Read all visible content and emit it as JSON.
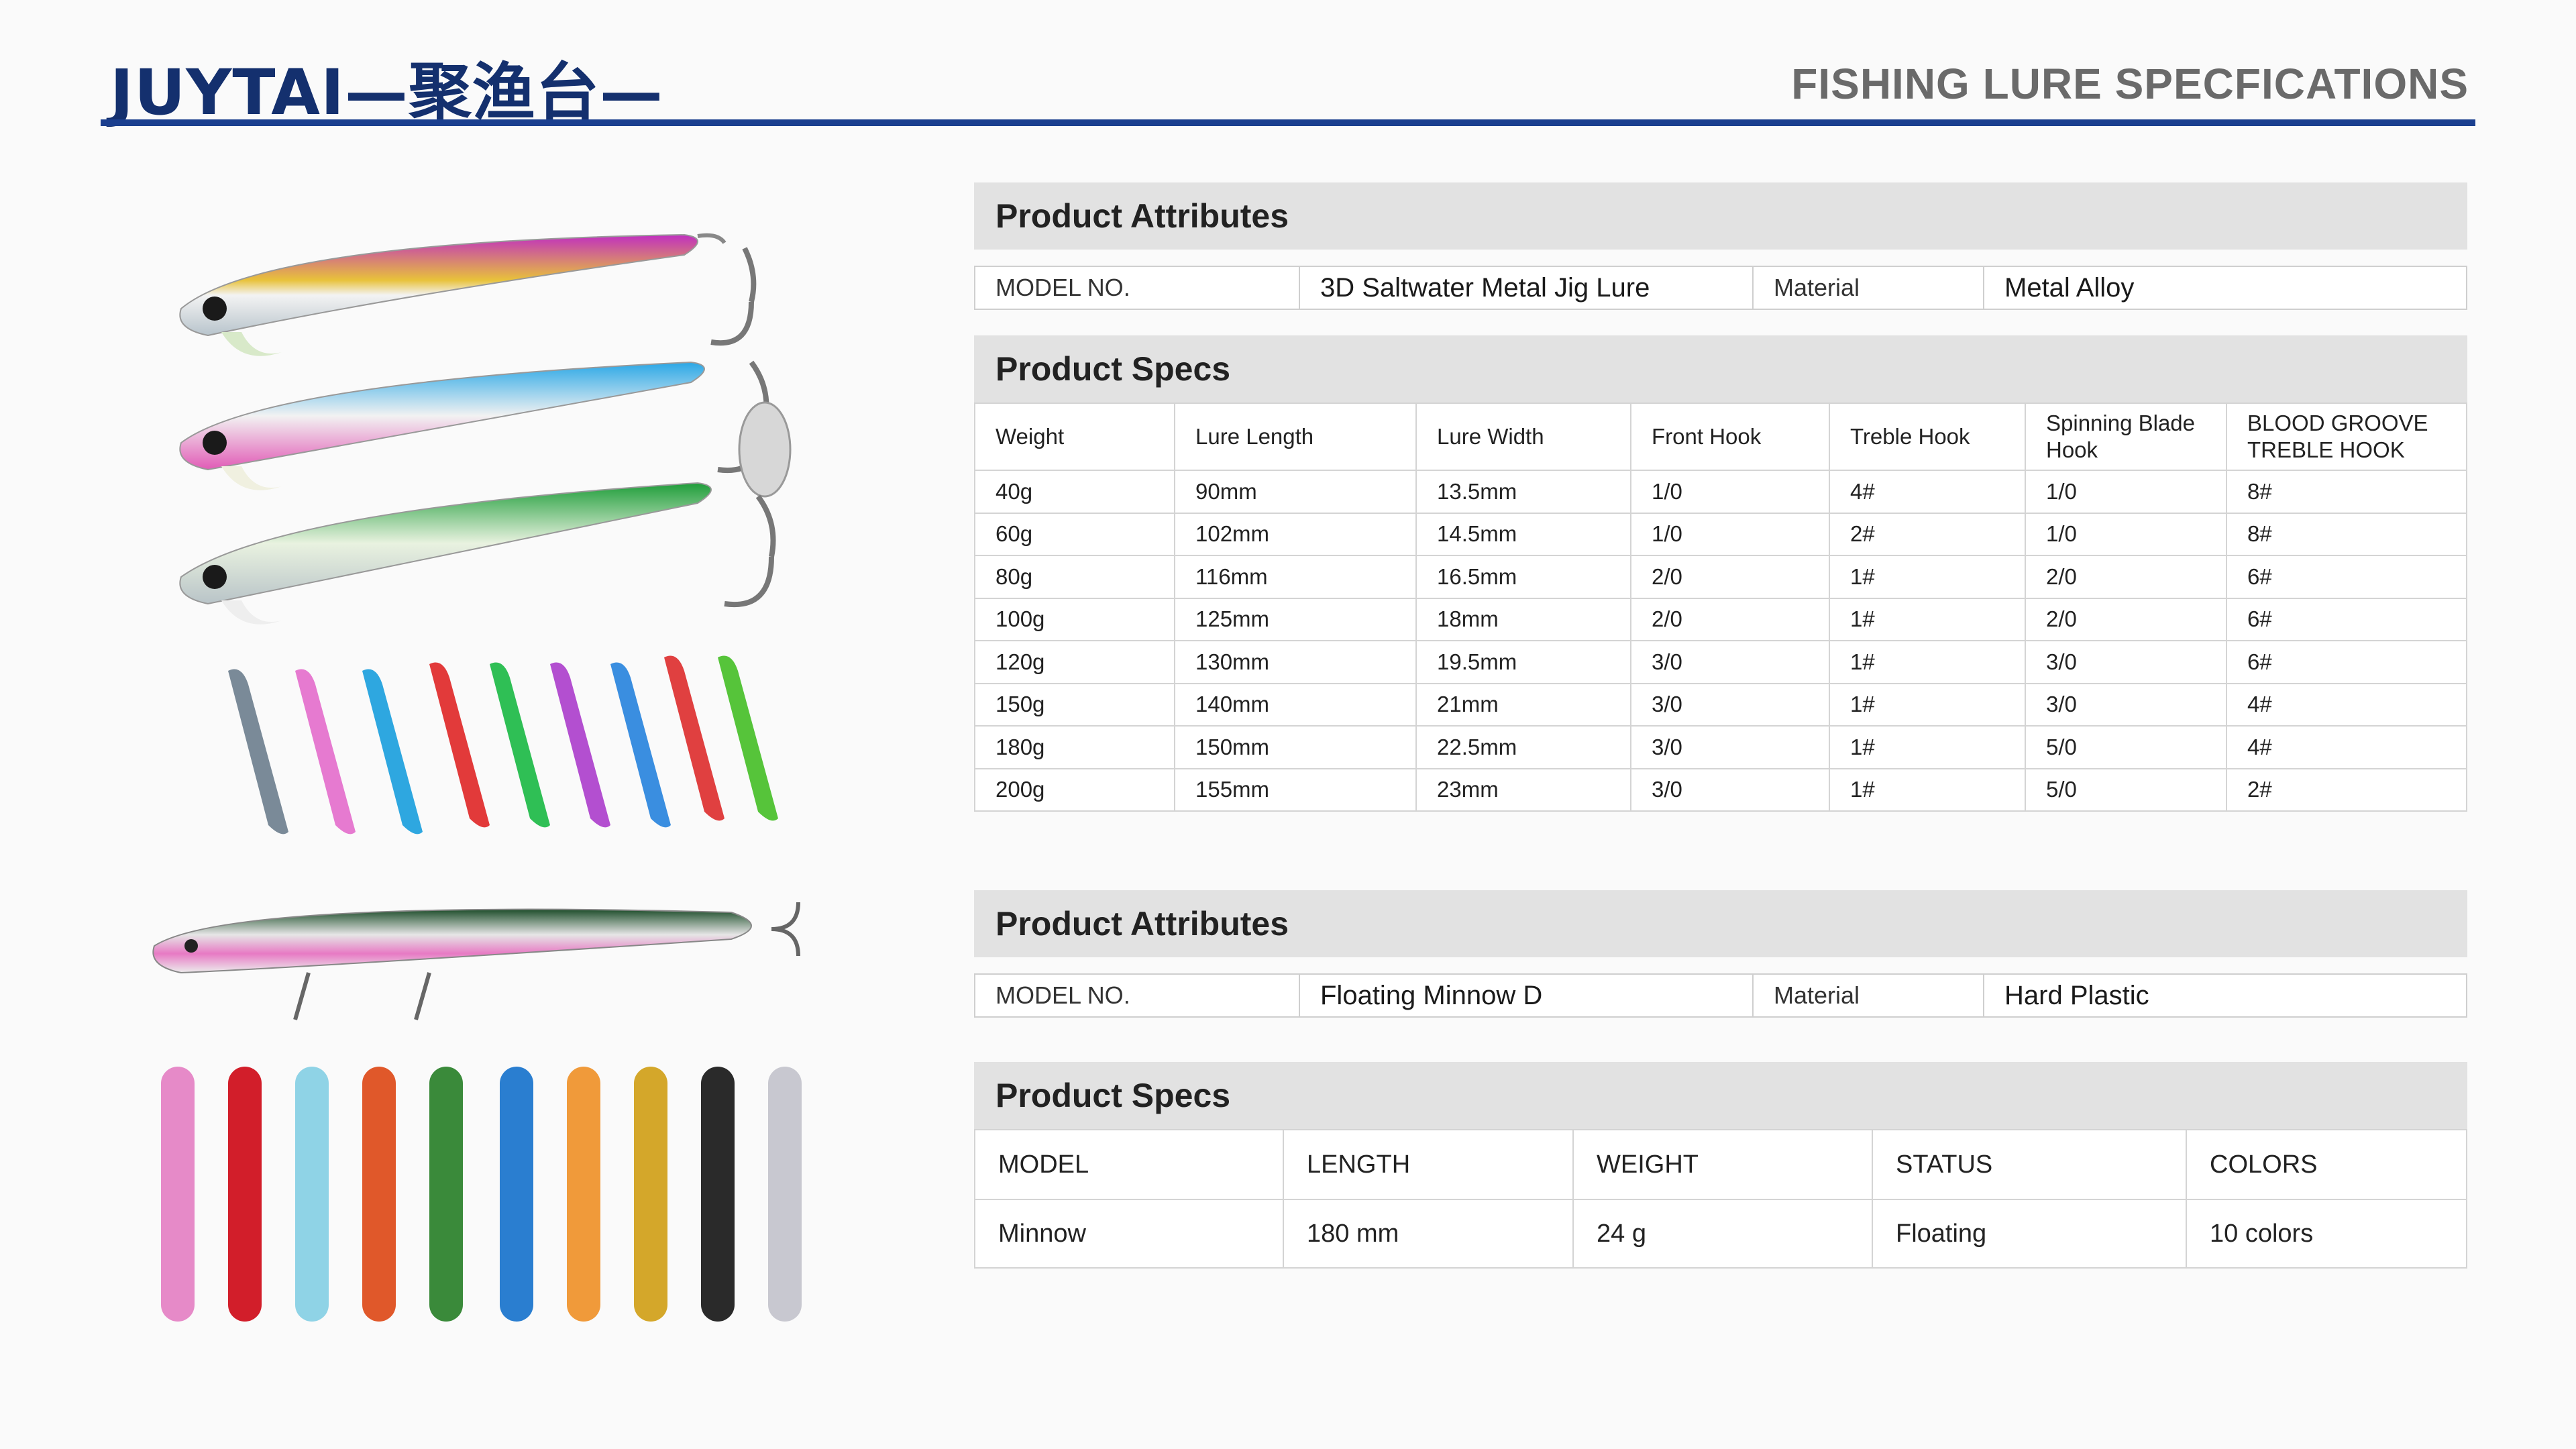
{
  "header": {
    "brand": "JUYTAI—聚渔台—",
    "title": "FISHING LURE SPECFICATIONS"
  },
  "colors": {
    "brand": "#14306e",
    "rule": "#1b3f8f",
    "section_bar": "#e2e2e2"
  },
  "images": {
    "jigs": "jig-lures-image",
    "minnows": "minnow-lures-image"
  },
  "section1": {
    "attributes_title": "Product Attributes",
    "model_key": "MODEL NO.",
    "model_value": "3D Saltwater Metal Jig Lure",
    "material_key": "Material",
    "material_value": "Metal Alloy",
    "specs_title": "Product Specs",
    "columns": [
      "Weight",
      "Lure Length",
      "Lure Width",
      "Front Hook",
      "Treble Hook",
      "Spinning Blade Hook",
      "BLOOD GROOVE TREBLE HOOK"
    ],
    "rows": [
      [
        "40g",
        "90mm",
        "13.5mm",
        "1/0",
        "4#",
        "1/0",
        "8#"
      ],
      [
        "60g",
        "102mm",
        "14.5mm",
        "1/0",
        "2#",
        "1/0",
        "8#"
      ],
      [
        "80g",
        "116mm",
        "16.5mm",
        "2/0",
        "1#",
        "2/0",
        "6#"
      ],
      [
        "100g",
        "125mm",
        "18mm",
        "2/0",
        "1#",
        "2/0",
        "6#"
      ],
      [
        "120g",
        "130mm",
        "19.5mm",
        "3/0",
        "1#",
        "3/0",
        "6#"
      ],
      [
        "150g",
        "140mm",
        "21mm",
        "3/0",
        "1#",
        "3/0",
        "4#"
      ],
      [
        "180g",
        "150mm",
        "22.5mm",
        "3/0",
        "1#",
        "5/0",
        "4#"
      ],
      [
        "200g",
        "155mm",
        "23mm",
        "3/0",
        "1#",
        "5/0",
        "2#"
      ]
    ]
  },
  "section2": {
    "attributes_title": "Product Attributes",
    "model_key": "MODEL NO.",
    "model_value": "Floating Minnow D",
    "material_key": "Material",
    "material_value": "Hard Plastic",
    "specs_title": "Product Specs",
    "columns": [
      "MODEL",
      "LENGTH",
      "WEIGHT",
      "STATUS",
      "COLORS"
    ],
    "rows": [
      [
        "Minnow",
        "180 mm",
        "24 g",
        "Floating",
        "10 colors"
      ]
    ]
  }
}
